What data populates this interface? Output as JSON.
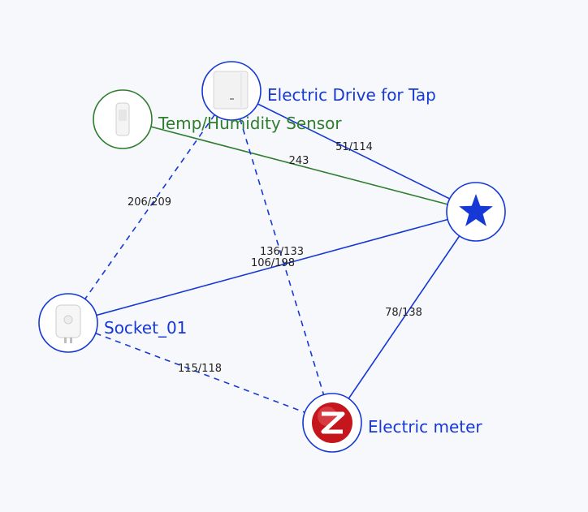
{
  "colors": {
    "blue": "#1639d6",
    "green": "#2f7d2f",
    "background": "#f7f8fb",
    "node_fill": "#ffffff"
  },
  "nodes": [
    {
      "id": "coordinator",
      "label": "",
      "icon": "star-icon",
      "color": "#1639d6"
    },
    {
      "id": "tap",
      "label": "Electric Drive for Tap",
      "icon": "wall-switch-device-icon",
      "color": "#1639d6"
    },
    {
      "id": "temp",
      "label": "Temp/Humidity Sensor",
      "icon": "sensor-device-icon",
      "color": "#2f7d2f"
    },
    {
      "id": "socket",
      "label": "Socket_01",
      "icon": "smart-plug-device-icon",
      "color": "#1639d6"
    },
    {
      "id": "meter",
      "label": "Electric meter",
      "icon": "zigbee-logo-icon",
      "color": "#1639d6"
    }
  ],
  "links": [
    {
      "from": "tap",
      "to": "coordinator",
      "label": "51/114",
      "style": "solid",
      "color": "#1639d6"
    },
    {
      "from": "temp",
      "to": "coordinator",
      "label": "243",
      "style": "solid",
      "color": "#2f7d2f"
    },
    {
      "from": "socket",
      "to": "coordinator",
      "label": "106/198",
      "style": "solid",
      "color": "#1639d6"
    },
    {
      "from": "meter",
      "to": "coordinator",
      "label": "78/138",
      "style": "solid",
      "color": "#1639d6"
    },
    {
      "from": "tap",
      "to": "socket",
      "label": "206/209",
      "style": "dashed",
      "color": "#1639d6"
    },
    {
      "from": "tap",
      "to": "meter",
      "label": "136/133",
      "style": "dashed",
      "color": "#1639d6"
    },
    {
      "from": "socket",
      "to": "meter",
      "label": "115/118",
      "style": "dashed",
      "color": "#1639d6"
    }
  ]
}
